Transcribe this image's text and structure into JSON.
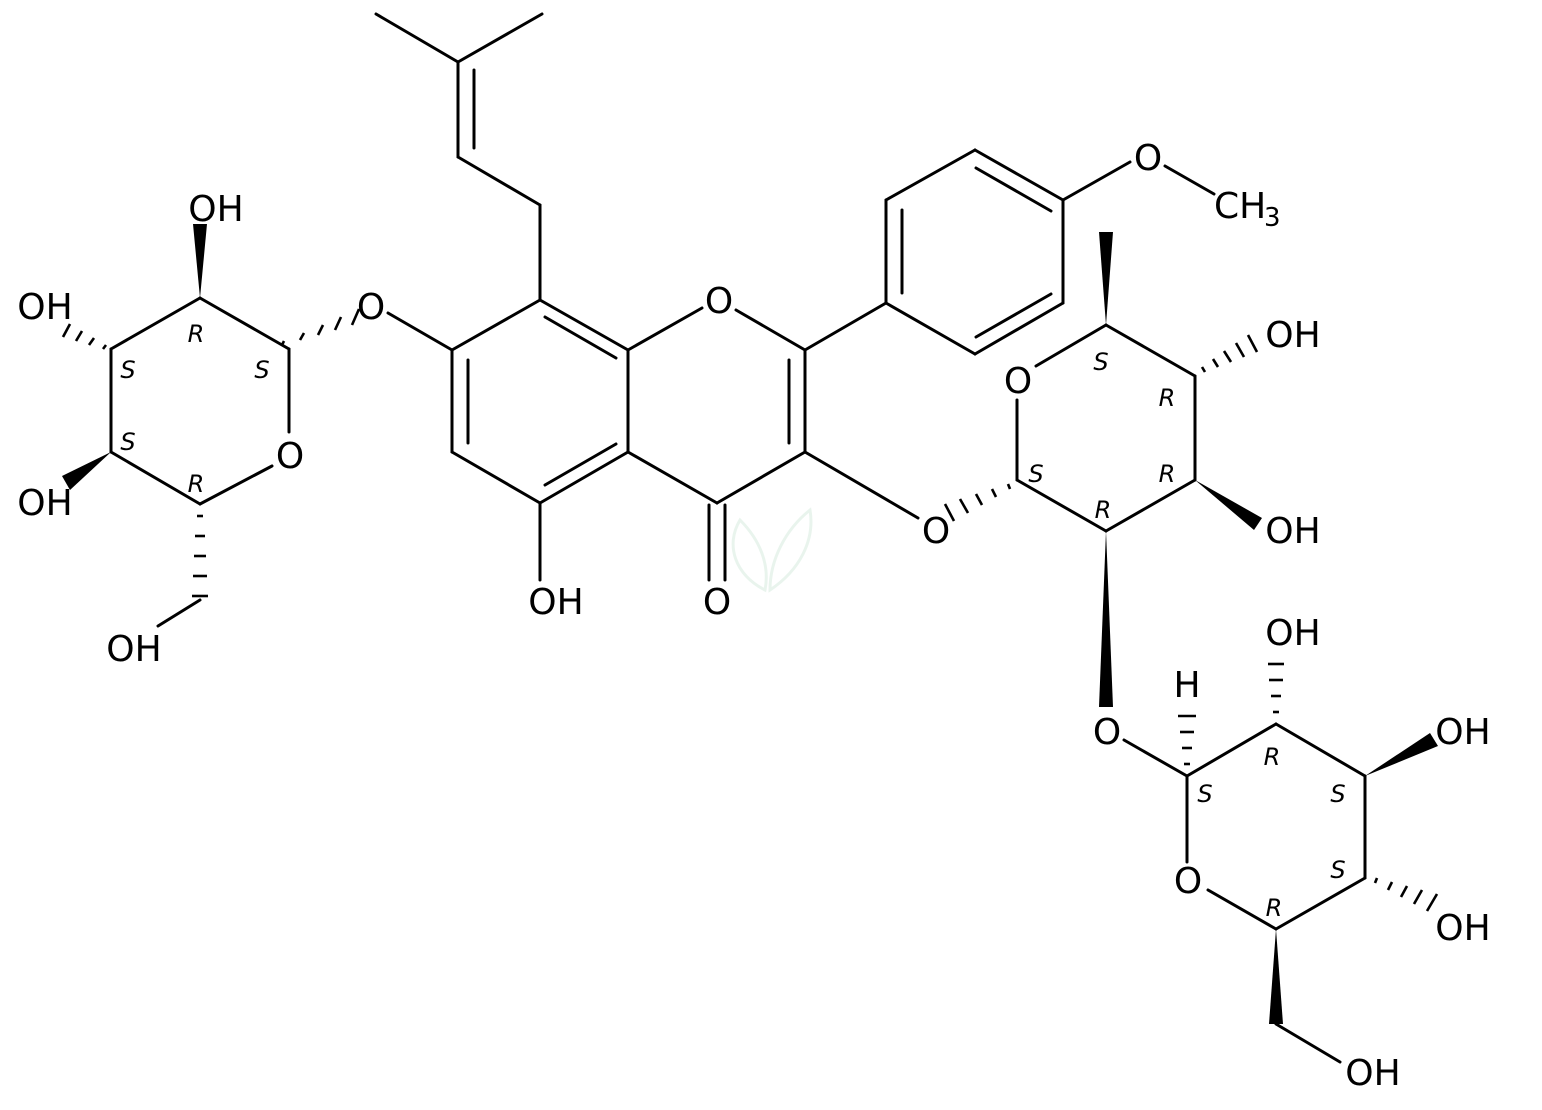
{
  "labels": {
    "o_ring_c": "O",
    "o_methoxy": "O",
    "ch3": "CH",
    "ch3_sub": "3",
    "o_link_7": "O",
    "oh_5": "OH",
    "o_keto": "O",
    "o_link_3": "O",
    "glc1_oh_top": "OH",
    "glc1_oh_left_upper": "OH",
    "glc1_oh_left_lower": "OH",
    "glc1_o_ring": "O",
    "glc1_ch2oh": "OH",
    "rha_o_ring": "O",
    "rha_oh_upper": "OH",
    "rha_oh_lower": "OH",
    "o_link_glc2": "O",
    "glc2_h": "H",
    "glc2_oh_top": "OH",
    "glc2_oh_right_upper": "OH",
    "glc2_oh_right_lower": "OH",
    "glc2_o_ring": "O",
    "glc2_ch2oh": "OH"
  },
  "stereo": {
    "glc1_c2": "R",
    "glc1_c3": "S",
    "glc1_c1": "S",
    "glc1_c4": "S",
    "glc1_c5": "R",
    "rha_c5": "S",
    "rha_c4": "R",
    "rha_c3": "R",
    "rha_c1": "S",
    "rha_c2": "R",
    "glc2_c2": "R",
    "glc2_c1": "S",
    "glc2_c3": "S",
    "glc2_c4": "S",
    "glc2_c5": "R"
  },
  "colors": {
    "ink": "#000000",
    "watermark": "#d8ece0"
  }
}
